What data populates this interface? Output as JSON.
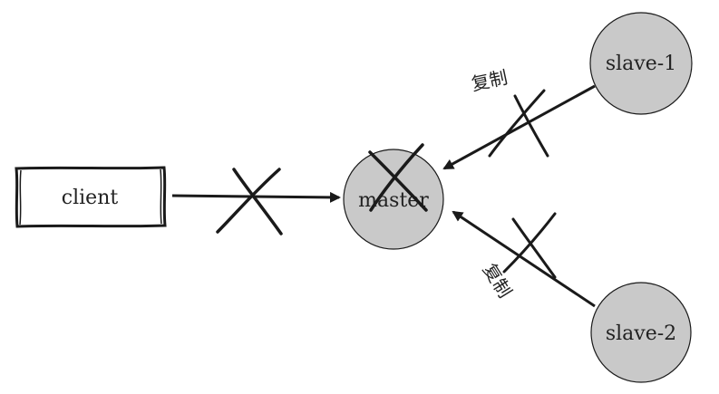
{
  "nodes": {
    "client": {
      "label": "client"
    },
    "master": {
      "label": "master"
    },
    "slave1": {
      "label": "slave-1"
    },
    "slave2": {
      "label": "slave-2"
    }
  },
  "edge_labels": {
    "slave1_to_master": "复制",
    "slave2_to_master": "复制"
  },
  "colors": {
    "node_fill": "#c9c9c9",
    "stroke": "#1a1a1a",
    "background": "#ffffff"
  }
}
